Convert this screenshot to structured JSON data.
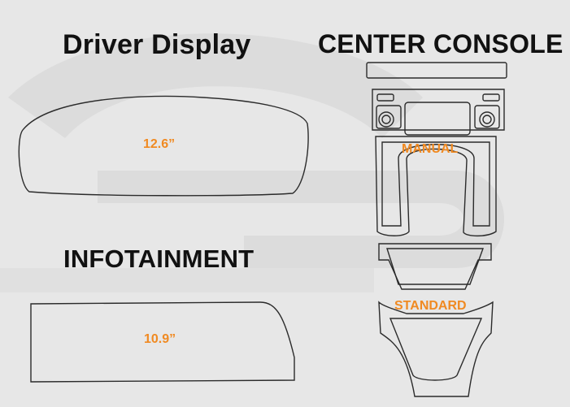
{
  "titles": {
    "driver_display": "Driver Display",
    "center_console": "CENTER CONSOLE",
    "infotainment": "INFOTAINMENT"
  },
  "labels": {
    "driver_size": "12.6”",
    "info_size": "10.9”",
    "manual": "MANUAL",
    "standard": "STANDARD"
  },
  "colors": {
    "background": "#e7e7e7",
    "accent": "#f08a22",
    "outline": "#2b2b2b",
    "text": "#111111"
  }
}
